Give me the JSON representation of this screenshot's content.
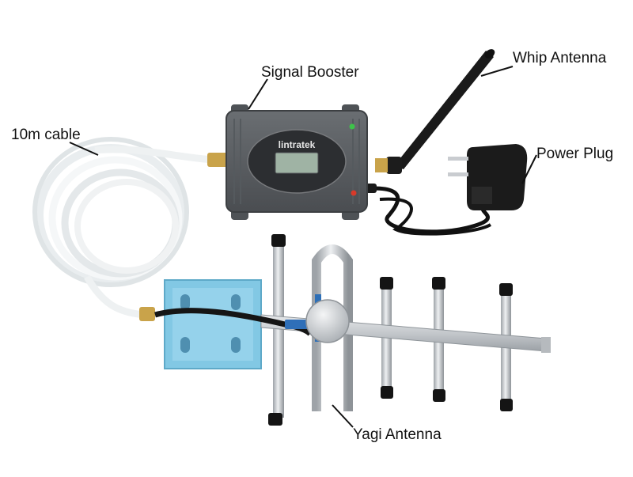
{
  "labels": {
    "signal_booster": "Signal Booster",
    "whip_antenna": "Whip Antenna",
    "power_plug": "Power Plug",
    "cable": "10m cable",
    "yagi_antenna": "Yagi Antenna"
  },
  "booster": {
    "brand": "lintratek"
  },
  "colors": {
    "booster_body": "#5a5e62",
    "lcd_screen": "#9fb3a4",
    "cable_white": "#f2f4f5",
    "antenna_black": "#1a1a1a",
    "bracket_blue": "#7ec6e3",
    "boom_silver": "#c9cccf",
    "connector_gold": "#c9a34a",
    "led_green": "#3ec24a",
    "led_red": "#d83a2a"
  }
}
